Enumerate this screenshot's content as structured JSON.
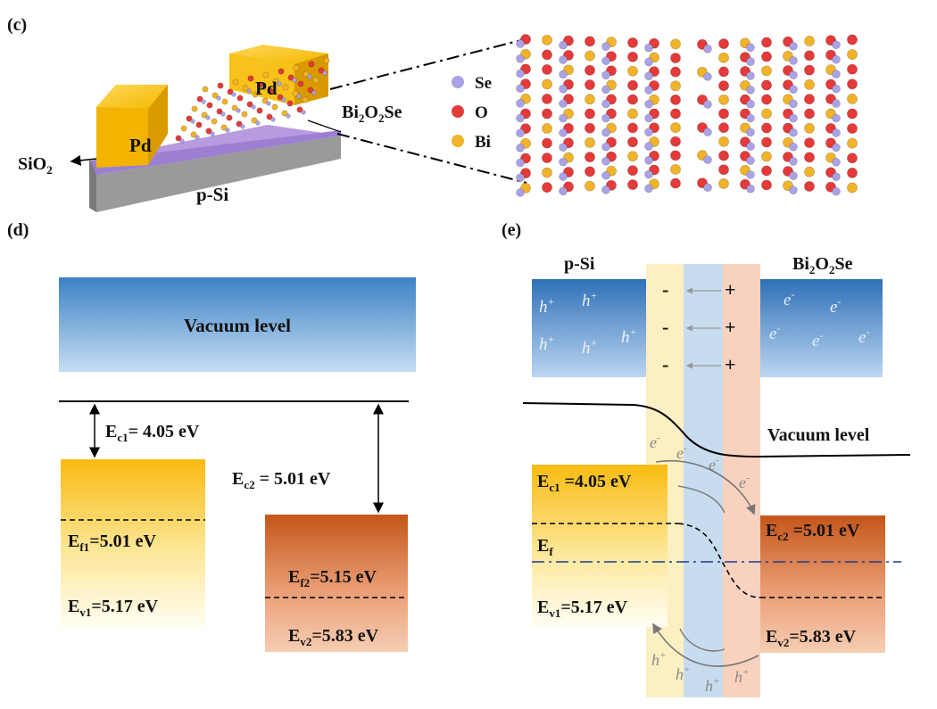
{
  "panels": {
    "c": {
      "label": "(c)",
      "device": {
        "pd_left": "Pd",
        "pd_right": "Pd",
        "substrate": "p-Si",
        "sio2": {
          "base": "SiO",
          "sub": "2"
        },
        "bi2o2se": {
          "p1": "Bi",
          "s1": "2",
          "p2": "O",
          "s2": "2",
          "p3": "Se"
        }
      },
      "legend": [
        {
          "name": "Se",
          "color": "#a9a3e6"
        },
        {
          "name": "O",
          "color": "#e43a3a"
        },
        {
          "name": "Bi",
          "color": "#f0b32a"
        }
      ]
    },
    "d": {
      "label": "(d)",
      "vacuum": "Vacuum level",
      "ec1": {
        "base": "E",
        "sub": "c1",
        "rest": "= 4.05 eV"
      },
      "ec2": {
        "base": "E",
        "sub": "c2",
        "rest": " = 5.01 eV"
      },
      "ef1": {
        "base": "E",
        "sub": "f1",
        "rest": "=5.01 eV"
      },
      "ev1": {
        "base": "E",
        "sub": "v1",
        "rest": "=5.17 eV"
      },
      "ef2": {
        "base": "E",
        "sub": "f2",
        "rest": "=5.15 eV"
      },
      "ev2": {
        "base": "E",
        "sub": "v2",
        "rest": "=5.83 eV"
      }
    },
    "e": {
      "label": "(e)",
      "left_title": "p-Si",
      "right_title": {
        "p1": "Bi",
        "s1": "2",
        "p2": "O",
        "s2": "2",
        "p3": "Se"
      },
      "vacuum": "Vacuum level",
      "ec1": {
        "base": "E",
        "sub": "c1",
        "rest": " =4.05 eV"
      },
      "ec2": {
        "base": "E",
        "sub": "c2",
        "rest": " =5.01 eV"
      },
      "ef": {
        "base": "E",
        "sub": "f"
      },
      "ev1": {
        "base": "E",
        "sub": "v1",
        "rest": "=5.17 eV"
      },
      "ev2": {
        "base": "E",
        "sub": "v2",
        "rest": "=5.83 eV"
      },
      "minus": "-",
      "plus": "+",
      "hole": {
        "base": "h",
        "sup": "+"
      },
      "electron": {
        "base": "e",
        "sup": "-"
      }
    }
  }
}
